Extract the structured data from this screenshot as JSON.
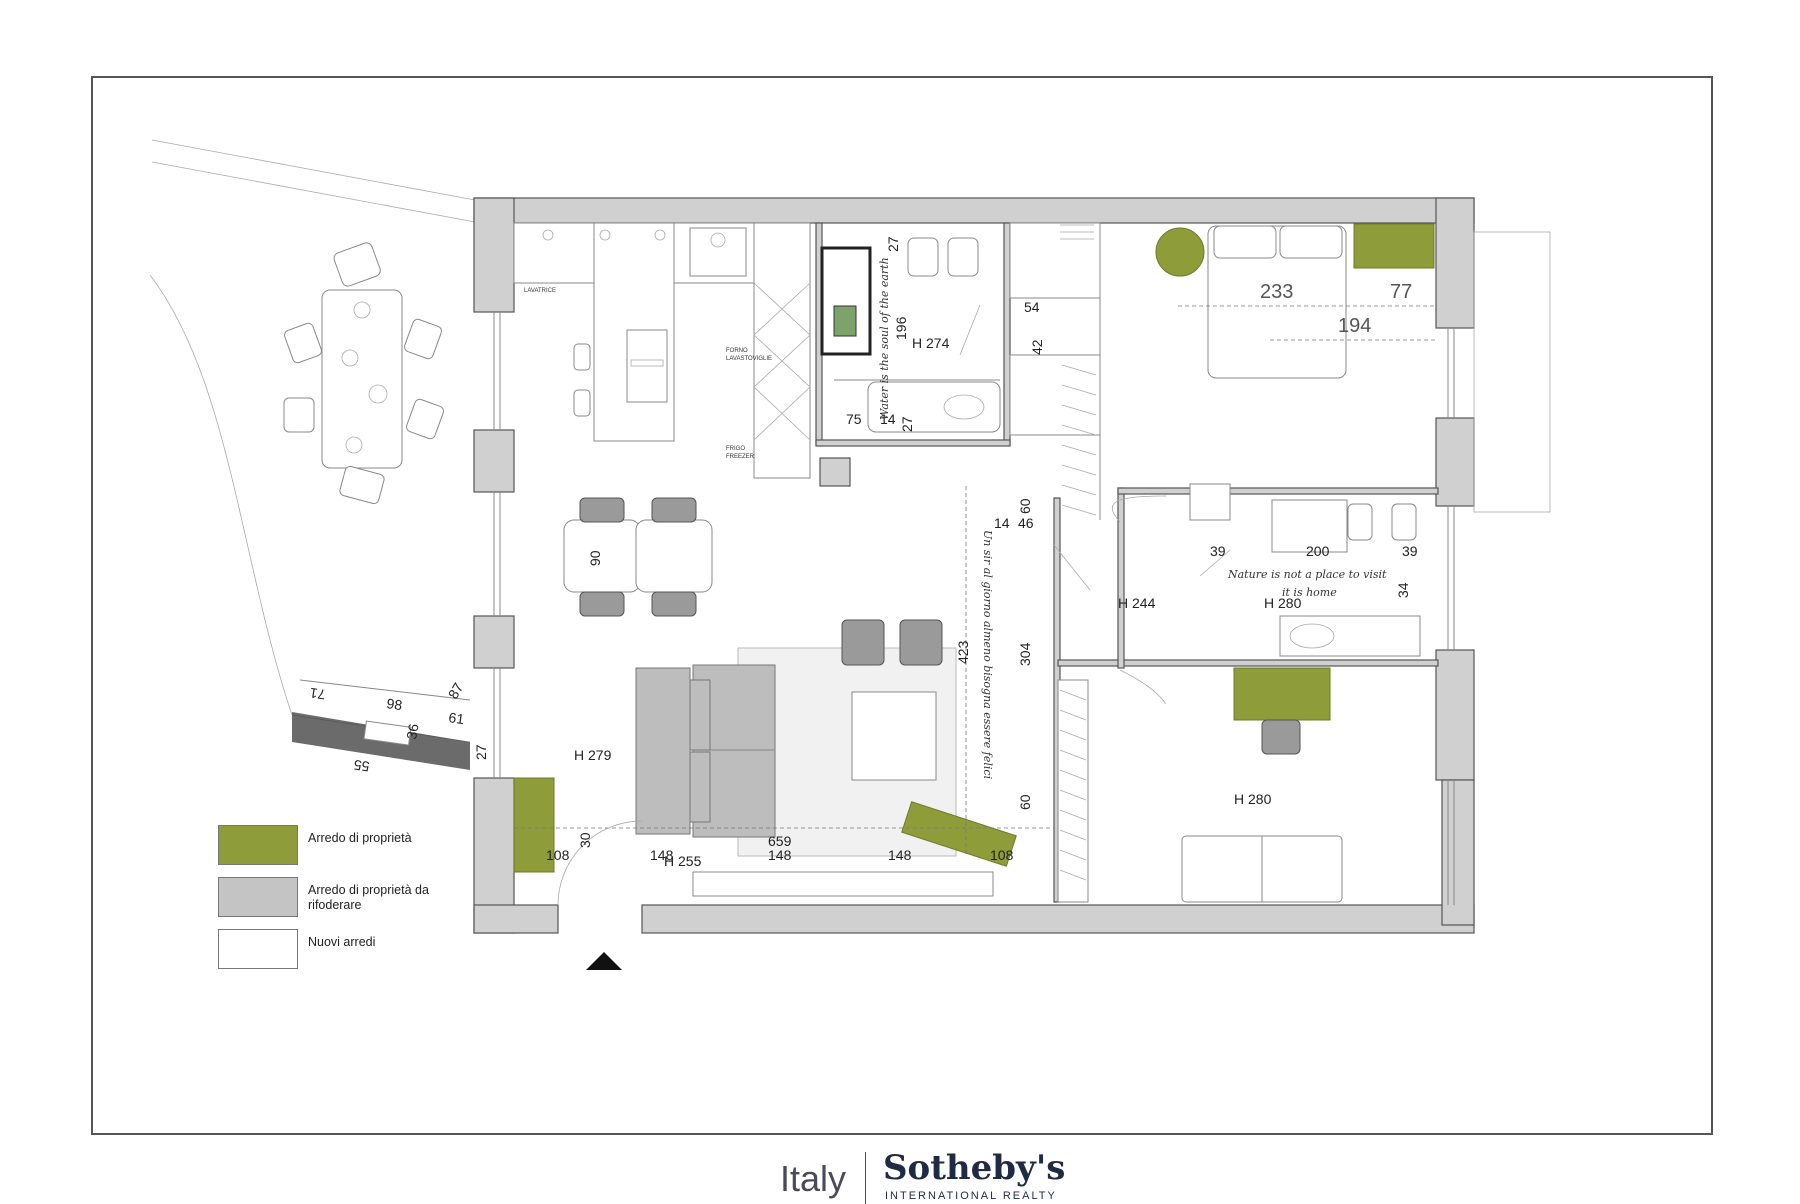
{
  "plan": {
    "heights": {
      "kitchen_living": "H 279",
      "entrance": "H 255",
      "bathroom1": "H 274",
      "hall": "H 244",
      "bathroom2": "H 280",
      "bedroom_master": "H 280"
    },
    "dimensions": {
      "bed_width": "233",
      "bed_depth": "194",
      "cabinet_width": "77",
      "d27a": "27",
      "d196": "196",
      "d75": "75",
      "d14a": "14",
      "d27b": "27",
      "d54": "54",
      "d42": "42",
      "d60a": "60",
      "d14b": "14",
      "d46": "46",
      "d39a": "39",
      "d200": "200",
      "d39b": "39",
      "d34": "34",
      "d90": "90",
      "d423": "423",
      "d304": "304",
      "d60b": "60",
      "d659": "659",
      "d148a": "148",
      "d148b": "148",
      "d148c": "148",
      "d108a": "108",
      "d108b": "108",
      "d30": "30",
      "d98": "98",
      "d71": "71",
      "d87": "87",
      "d61": "61",
      "d55": "55",
      "d36": "36",
      "d27c": "27"
    },
    "appliance_labels": {
      "lavastoviglie": "LAVATRICE",
      "forno": "FORNO\nLAVASTOVIGLIE",
      "frigo": "FRIGO\nFREEZER"
    },
    "quotes": {
      "bath1": "Water is the soul of the earth",
      "bath2_line1": "Nature is not a place to visit",
      "bath2_line2": "it is home",
      "living": "Un sir al giorno almeno bisogna essere felici"
    }
  },
  "legend": {
    "items": [
      {
        "label": "Arredo di proprietà",
        "color": "#8f9c3a"
      },
      {
        "label": "Arredo di proprietà da rifoderare",
        "color": "#c4c4c4"
      },
      {
        "label": "Nuovi arredi",
        "color": "#ffffff"
      }
    ]
  },
  "footer": {
    "left": "Italy",
    "brand": "Sotheby's",
    "subtitle": "INTERNATIONAL REALTY"
  }
}
